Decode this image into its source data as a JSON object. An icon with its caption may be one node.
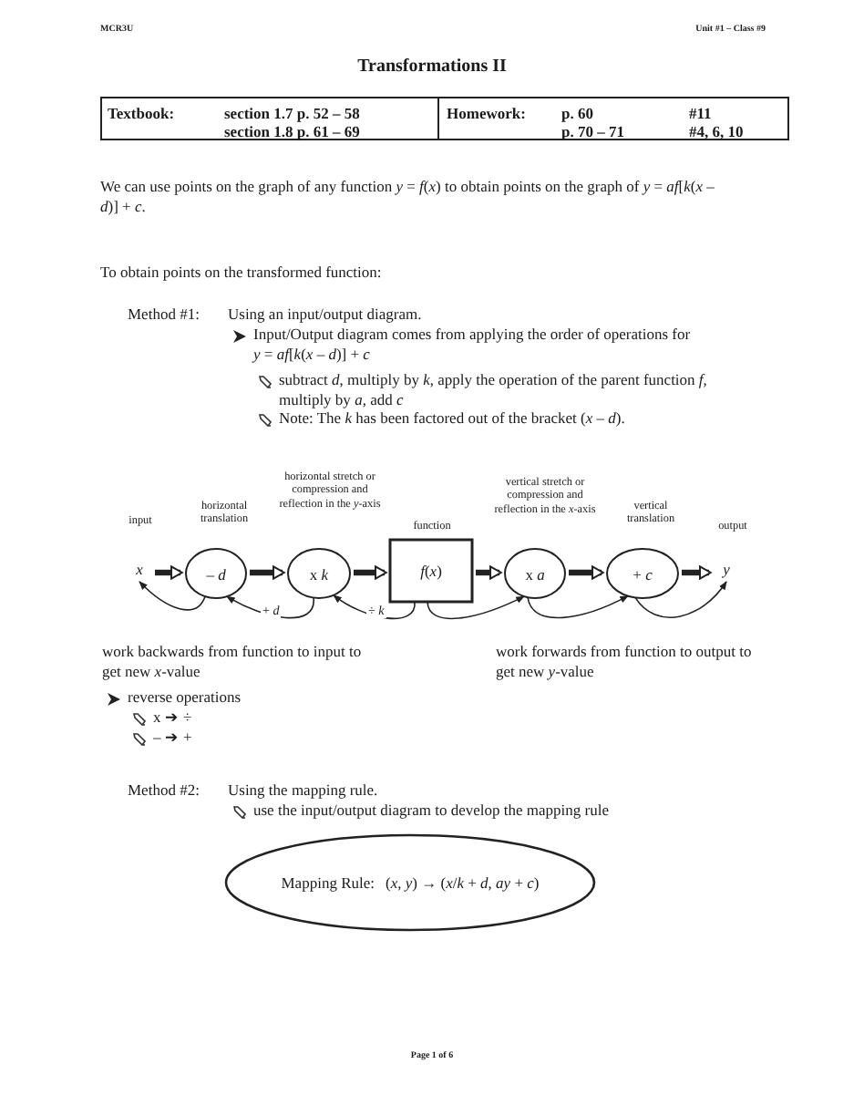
{
  "diagram": {
    "title": "Transformations II",
    "nodes": [
      {
        "text": [
          "*x*"
        ]
      },
      {
        "text": [
          "– *d*"
        ]
      },
      {
        "text": [
          "x *k*"
        ]
      },
      {
        "text": [
          "*f*(*x*)"
        ]
      },
      {
        "text": [
          "x *a*"
        ]
      },
      {
        "text": [
          "+ *c*"
        ]
      },
      {
        "text": [
          "*y*"
        ]
      },
      {
        "text": [
          "Mapping Rule:",
          "(*x*, *y*) → (*x*/*k* + *d*, *ay* + *c*)"
        ]
      }
    ],
    "edges": [
      {
        "from": 0,
        "to": 1,
        "arrow": "to",
        "style": "thick"
      },
      {
        "from": 1,
        "to": 2,
        "arrow": "to",
        "style": "thick"
      },
      {
        "from": 2,
        "to": 3,
        "arrow": "to",
        "style": "thick"
      },
      {
        "from": 3,
        "to": 4,
        "arrow": "to",
        "style": "thick"
      },
      {
        "from": 4,
        "to": 5,
        "arrow": "to",
        "style": "thick"
      },
      {
        "from": 5,
        "to": 6,
        "arrow": "to",
        "style": "thick"
      },
      {
        "from": 1,
        "to": 0,
        "arrow": "to"
      },
      {
        "from": 2,
        "to": 1,
        "arrow": "to",
        "label": "+ *d*"
      },
      {
        "from": 3,
        "to": 2,
        "arrow": "to",
        "label": "÷ *k*"
      },
      {
        "from": 3,
        "to": 4,
        "arrow": "to"
      },
      {
        "from": 4,
        "to": 5,
        "arrow": "to"
      },
      {
        "from": 5,
        "to": 6,
        "arrow": "to"
      }
    ],
    "labels": [
      "MCR3U",
      "Unit #1 – Class #9",
      "Textbook:",
      "section 1.7 p. 52 – 58",
      "section 1.8 p. 61 – 69",
      "Homework:",
      "p. 60",
      "#11",
      "p. 70 – 71",
      "#4, 6, 10",
      "We can use points on the graph of any function *y* = *f*(*x*) to obtain points on the graph of *y* = *af*[*k*(*x* – *d*)] + *c*.",
      "To obtain points on the transformed function:",
      "Method #1:",
      "Using an input/output diagram.",
      "Input/Output diagram comes from applying the order of operations for *y* = *af*[*k*(*x* – *d*)] + *c*",
      "subtract *d*, multiply by *k*, apply the operation of the parent function *f*, multiply by *a*, add *c*",
      "Note: The *k* has been factored out of the bracket (*x* – *d*).",
      "input",
      "horizontal translation",
      "horizontal stretch or compression and reflection in the *y*-axis",
      "function",
      "vertical stretch or compression and reflection in the *x*-axis",
      "vertical translation",
      "output",
      "work backwards from function to input to get new *x*-value",
      "work forwards from function to output to get new *y*-value",
      "reverse operations",
      "x ➔ ÷",
      "– ➔ +",
      "Method #2:",
      "Using the mapping rule.",
      "use the input/output diagram to develop the mapping rule",
      "Page 1 of 6"
    ]
  }
}
